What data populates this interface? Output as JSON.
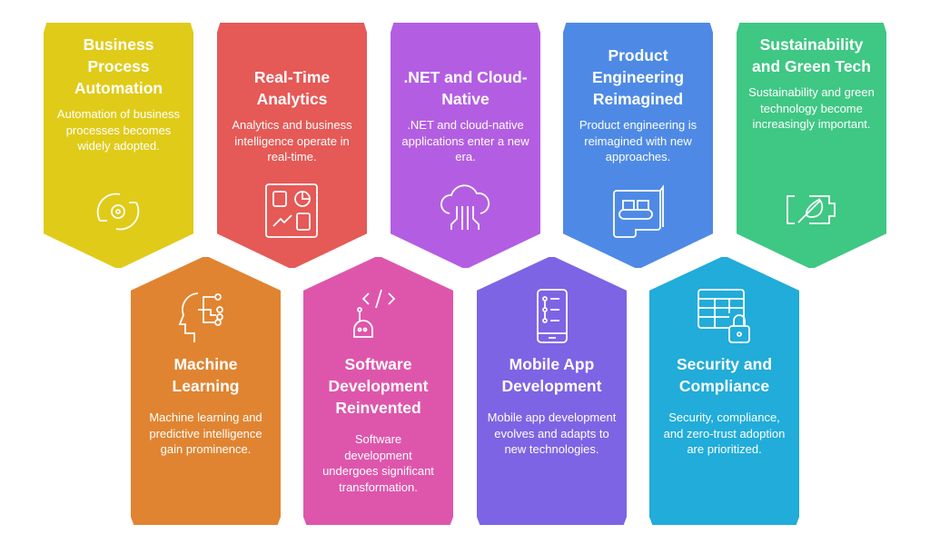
{
  "cards": [
    {
      "title": "Business Process Automation",
      "desc": "Automation of business processes becomes widely adopted.",
      "color": "#e0cb19",
      "icon": "gear-cycle-icon"
    },
    {
      "title": "Real-Time Analytics",
      "desc": "Analytics and business intelligence operate in real-time.",
      "color": "#e55956",
      "icon": "dashboard-icon"
    },
    {
      "title": ".NET and Cloud-Native",
      "desc": ".NET and cloud-native applications enter a new era.",
      "color": "#b35ee2",
      "icon": "cloud-circuit-icon"
    },
    {
      "title": "Product Engineering Reimagined",
      "desc": "Product engineering is reimagined with new approaches.",
      "color": "#4e8ae5",
      "icon": "conveyor-blueprint-icon"
    },
    {
      "title": "Sustainability and Green Tech",
      "desc": "Sustainability and green technology become increasingly important.",
      "color": "#3fc784",
      "icon": "leaf-battery-icon"
    },
    {
      "title": "Machine Learning",
      "desc": "Machine learning and predictive intelligence gain prominence.",
      "color": "#e08431",
      "icon": "head-network-icon"
    },
    {
      "title": "Software Development Reinvented",
      "desc": "Software development undergoes significant transformation.",
      "color": "#de56ab",
      "icon": "code-robot-icon"
    },
    {
      "title": "Mobile App Development",
      "desc": "Mobile app development evolves and adapts to new technologies.",
      "color": "#7d64e4",
      "icon": "smartphone-icon"
    },
    {
      "title": "Security and Compliance",
      "desc": "Security, compliance, and zero-trust adoption are prioritized.",
      "color": "#21acd9",
      "icon": "table-lock-icon"
    }
  ]
}
